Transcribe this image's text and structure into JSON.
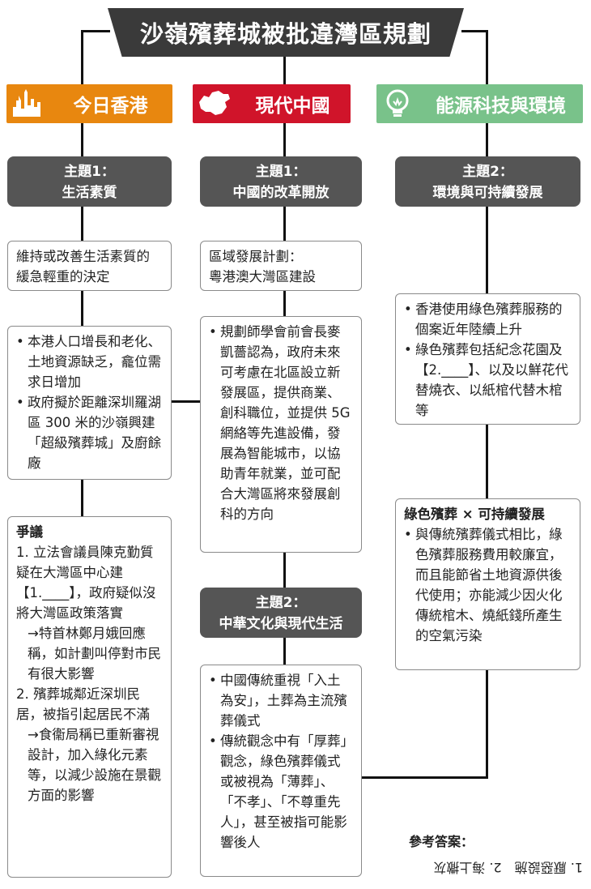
{
  "title": "沙嶺殯葬城被批違灣區規劃",
  "categories": [
    {
      "label": "今日香港",
      "icon": "hong-kong-skyline-icon",
      "color": "#e8870f"
    },
    {
      "label": "現代中國",
      "icon": "china-map-icon",
      "color": "#d0142a"
    },
    {
      "label": "能源科技與環境",
      "icon": "light-bulb-icon",
      "color": "#79c28a"
    }
  ],
  "themes": {
    "hk": {
      "line1": "主題1：",
      "line2": "生活素質"
    },
    "cn1": {
      "line1": "主題1：",
      "line2": "中國的改革開放"
    },
    "en": {
      "line1": "主題2：",
      "line2": "環境與可持續發展"
    },
    "cn2": {
      "line1": "主題2：",
      "line2": "中華文化與現代生活"
    }
  },
  "boxes": {
    "hk_decision": "維持或改善生活素質的緩急輕重的決定",
    "hk_points": [
      "本港人口增長和老化、土地資源缺乏，龕位需求日增加",
      "政府擬於距離深圳羅湖區 300 米的沙嶺興建「超級殯葬城」及廚餘廠"
    ],
    "controversy": {
      "heading": "爭議",
      "items": [
        {
          "main": "1. 立法會議員陳克勤質疑在大灣區中心建【1.____】，政府疑似沒將大灣區政策落實",
          "sub": "→特首林鄭月娥回應稱，如計劃叫停對市民有很大影響"
        },
        {
          "main": "2. 殯葬城鄰近深圳民居，被指引起居民不滿",
          "sub": "→食衞局稱已重新審視設計，加入綠化元素等，以減少設施在景觀方面的影響"
        }
      ]
    },
    "cn_plan": {
      "line1": "區域發展計劃：",
      "line2": "粵港澳大灣區建設"
    },
    "cn_planner": "規劃師學會前會長麥凱薔認為，政府未來可考慮在北區設立新發展區，提供商業、創科職位，並提供 5G 網絡等先進設備，發展為智能城市，以協助青年就業，並可配合大灣區將來發展創科的方向",
    "cn_culture": [
      "中國傳統重視「入土為安」，土葬為主流殯葬儀式",
      "傳統觀念中有「厚葬」觀念，綠色殯葬儀式或被視為「薄葬」、「不孝」、「不尊重先人」，甚至被指可能影響後人"
    ],
    "en_green": [
      "香港使用綠色殯葬服務的個案近年陸續上升",
      "綠色殯葬包括紀念花園及【2.____】、以及以鮮花代替燒衣、以紙棺代替木棺等"
    ],
    "en_sustain": {
      "heading": "綠色殯葬 × 可持續發展",
      "point": "與傳統殯葬儀式相比，綠色殯葬服務費用較廉宜，而且能節省土地資源供後代使用；亦能減少因火化傳統棺木、燒紙錢所產生的空氣污染"
    }
  },
  "answers": {
    "heading": "參考答案：",
    "text": "1. 厭惡設施　2. 海上撒灰"
  }
}
